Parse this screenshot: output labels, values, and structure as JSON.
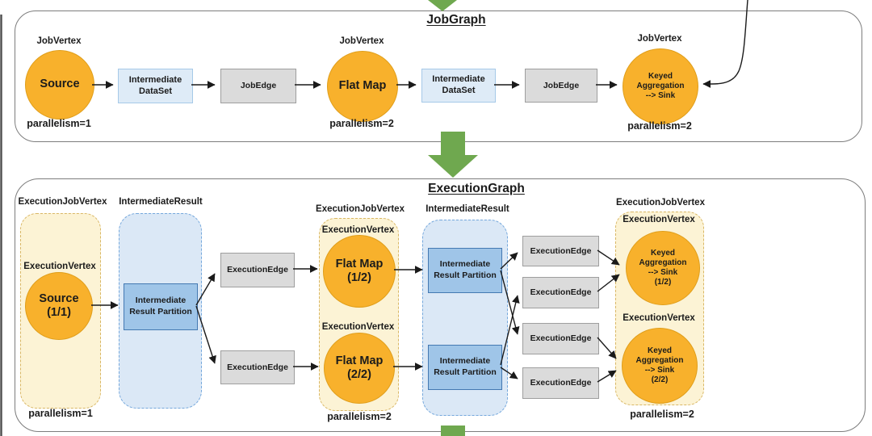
{
  "jobgraph": {
    "title": "JobGraph",
    "vertex1": {
      "label": "JobVertex",
      "name": "Source",
      "parallelism": "parallelism=1"
    },
    "vertex2": {
      "label": "JobVertex",
      "name": "Flat Map",
      "parallelism": "parallelism=2"
    },
    "vertex3": {
      "label": "JobVertex",
      "name_line1": "Keyed",
      "name_line2": "Aggregation",
      "name_line3": "--> Sink",
      "parallelism": "parallelism=2"
    },
    "dataset1": "Intermediate DataSet",
    "dataset2": "Intermediate DataSet",
    "edge1": "JobEdge",
    "edge2": "JobEdge"
  },
  "executiongraph": {
    "title": "ExecutionGraph",
    "source_col": {
      "header": "ExecutionJobVertex",
      "vertex_label": "ExecutionVertex",
      "name_line1": "Source",
      "name_line2": "(1/1)",
      "parallelism": "parallelism=1"
    },
    "result1_col": {
      "header": "IntermediateResult",
      "partition": "Intermediate Result Partition"
    },
    "edge_col1": {
      "edge1": "ExecutionEdge",
      "edge2": "ExecutionEdge"
    },
    "flatmap_col": {
      "header": "ExecutionJobVertex",
      "vertex1_label": "ExecutionVertex",
      "vertex1_line1": "Flat Map",
      "vertex1_line2": "(1/2)",
      "vertex2_label": "ExecutionVertex",
      "vertex2_line1": "Flat Map",
      "vertex2_line2": "(2/2)",
      "parallelism": "parallelism=2"
    },
    "result2_col": {
      "header": "IntermediateResult",
      "partition1": "Intermediate Result Partition",
      "partition2": "Intermediate Result Partition"
    },
    "edge_col2": {
      "edge1": "ExecutionEdge",
      "edge2": "ExecutionEdge",
      "edge3": "ExecutionEdge",
      "edge4": "ExecutionEdge"
    },
    "sink_col": {
      "header": "ExecutionJobVertex",
      "vertex1_label": "ExecutionVertex",
      "vertex1_line1": "Keyed",
      "vertex1_line2": "Aggregation",
      "vertex1_line3": "--> Sink",
      "vertex1_line4": "(1/2)",
      "vertex2_label": "ExecutionVertex",
      "vertex2_line1": "Keyed",
      "vertex2_line2": "Aggregation",
      "vertex2_line3": "--> Sink",
      "vertex2_line4": "(2/2)",
      "parallelism": "parallelism=2"
    }
  },
  "colors": {
    "vertex_orange": "#F8B12C",
    "container_cream": "#FCF3D5",
    "dataset_blue": "#DEEBF7",
    "partition_blue": "#9FC5E8",
    "result_container_blue": "#DBE8F6",
    "edge_gray": "#DBDBDB",
    "arrow_green": "#6FA84F",
    "frame_gray": "#7D7D7D"
  }
}
